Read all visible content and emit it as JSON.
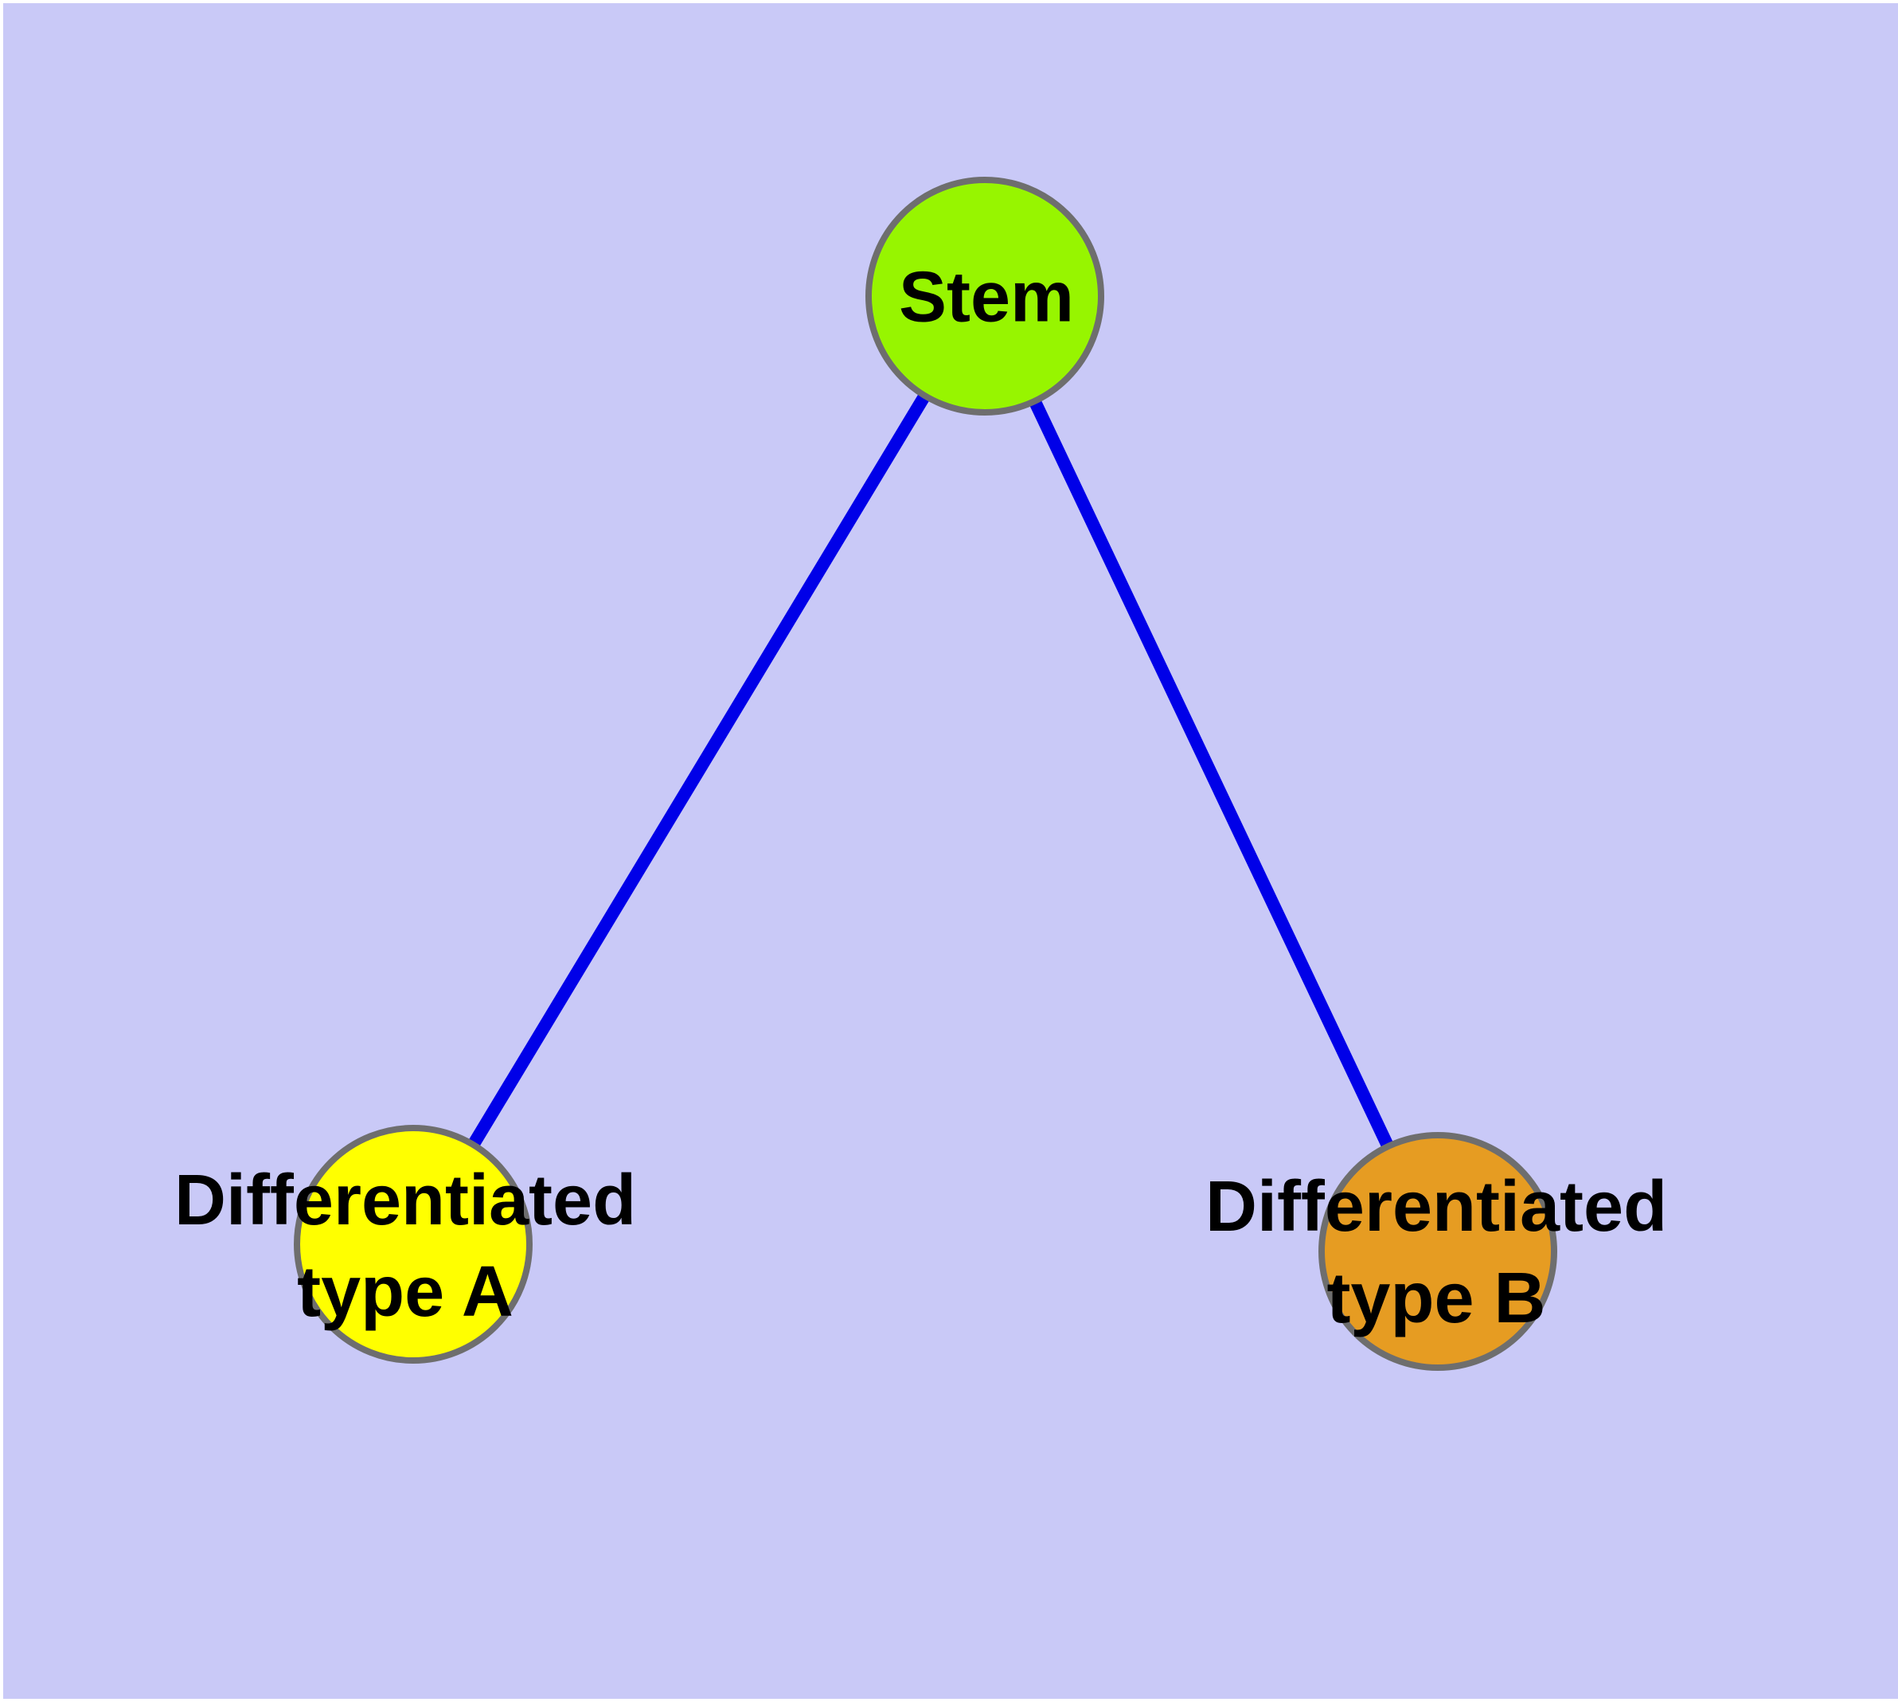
{
  "figure": {
    "frame_color": "#FFFFFF",
    "background_color": "#C9C9F7",
    "edge_color": "#0000E8",
    "node_border_color": "#6E6E6E",
    "label_color": "#000000"
  },
  "nodes": {
    "stem": {
      "label": "Stem",
      "fill": "#97F500"
    },
    "type_a": {
      "label": "Differentiated type A",
      "label_line1": "Differentiated",
      "label_line2": "type A",
      "fill": "#FFFF00"
    },
    "type_b": {
      "label": "Differentiated type B",
      "label_line1": "Differentiated",
      "label_line2": "type B",
      "fill": "#E69C22"
    }
  },
  "edges": [
    {
      "from": "Stem",
      "to": "Differentiated type A"
    },
    {
      "from": "Stem",
      "to": "Differentiated type B"
    }
  ]
}
